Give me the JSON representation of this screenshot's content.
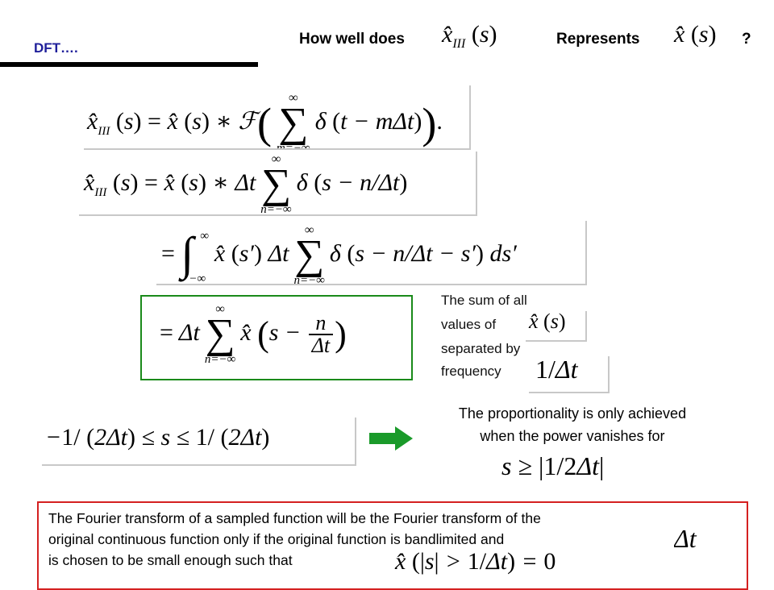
{
  "header": {
    "left_title": "DFT….",
    "q_prefix": "How well does",
    "q_middle": "Represents",
    "q_suffix": "?"
  },
  "side_note": {
    "l1": "The sum of all",
    "l2": "values of",
    "l3": "separated by",
    "l4": "frequency"
  },
  "proportionality": {
    "l1": "The proportionality is only achieved",
    "l2": "when the power vanishes for"
  },
  "conclusion": {
    "l1": "The Fourier transform of a sampled function will be the Fourier transform of the",
    "l2": "original continuous function only if the original function is bandlimited and",
    "l3": "is chosen to be small enough such that"
  },
  "colors": {
    "title": "#1f1f9a",
    "green_box": "#1a8a1a",
    "arrow": "#1a9a2a",
    "red_box": "#d42020"
  }
}
